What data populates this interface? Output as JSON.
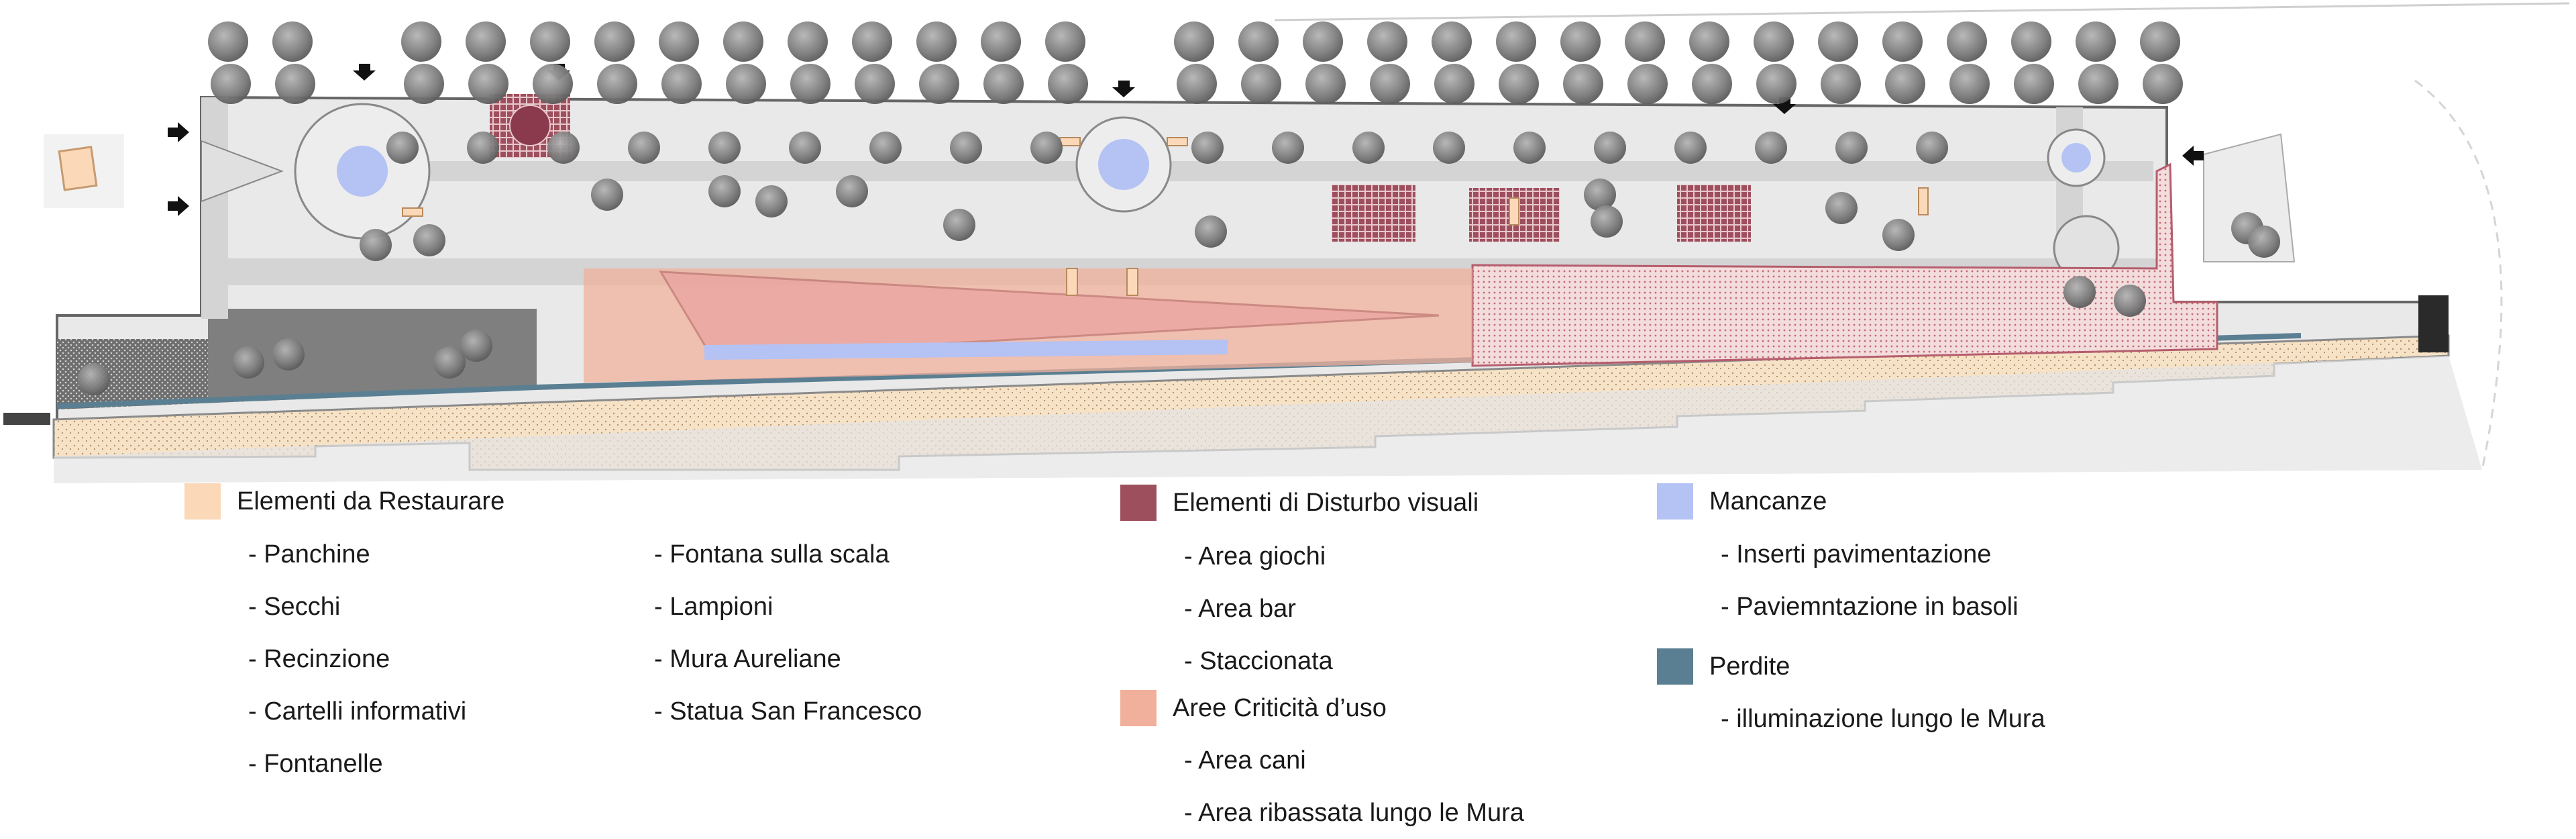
{
  "colors": {
    "restore": "#fbd9b8",
    "disturb": "#9e4f5e",
    "criticita": "#f0b09c",
    "mancanze": "#b4c2f4",
    "perdite": "#5b7f92",
    "ground": "#e9e9e9",
    "path": "#d9d9d9",
    "tree": "#8d8d8d"
  },
  "legend": {
    "restauro": {
      "label": "Elementi da Restaurare",
      "col1": [
        "- Panchine",
        "- Secchi",
        "- Recinzione",
        "- Cartelli informativi",
        "- Fontanelle"
      ],
      "col2": [
        "- Fontana sulla scala",
        "- Lampioni",
        "- Mura Aureliane",
        "- Statua San Francesco"
      ]
    },
    "disturbo": {
      "label": "Elementi di Disturbo visuali",
      "items": [
        "- Area giochi",
        "- Area bar",
        "- Staccionata"
      ]
    },
    "criticita": {
      "label": "Aree Criticità d’uso",
      "items": [
        "- Area cani",
        "- Area ribassata lungo le Mura"
      ]
    },
    "mancanze": {
      "label": "Mancanze",
      "items": [
        "- Inserti pavimentazione",
        "- Paviemntazione in basoli"
      ]
    },
    "perdite": {
      "label": "Perdite",
      "items": [
        "- illuminazione lungo le Mura"
      ]
    }
  }
}
